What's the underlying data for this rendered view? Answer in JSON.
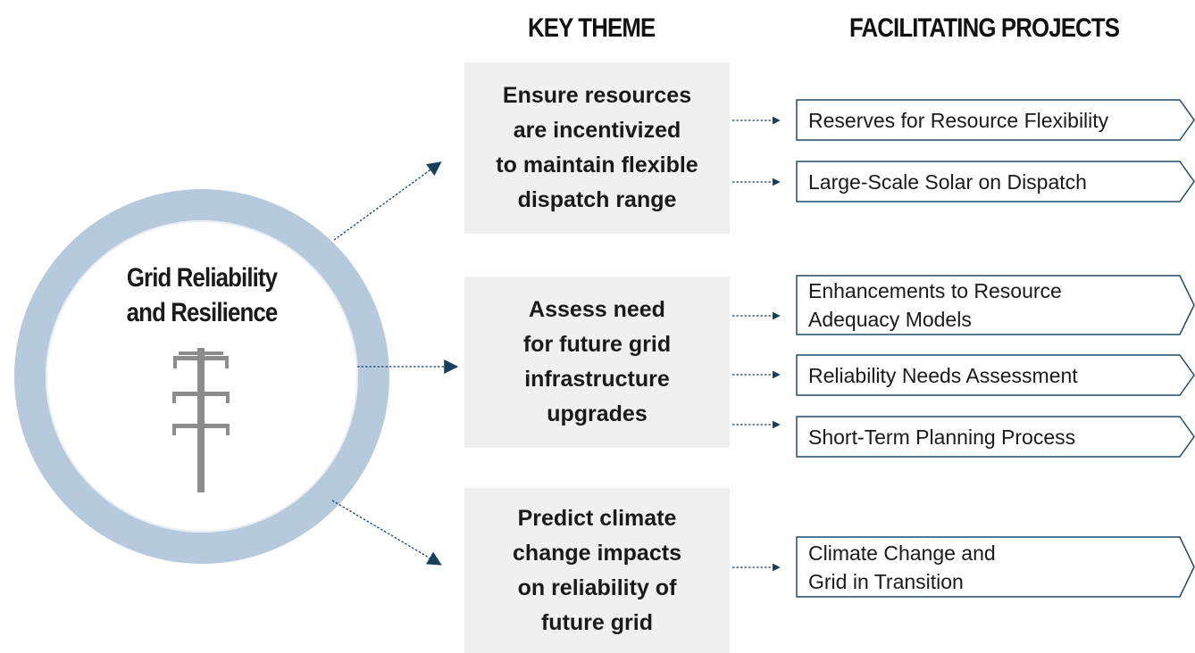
{
  "headers": {
    "key_theme": "KEY THEME",
    "facilitating_projects": "FACILITATING PROJECTS"
  },
  "hub": {
    "title_line1": "Grid Reliability",
    "title_line2": "and Resilience",
    "icon": "transmission-tower-icon"
  },
  "themes": [
    {
      "lines": [
        "Ensure resources",
        "are incentivized",
        "to maintain flexible",
        "dispatch range"
      ],
      "projects": [
        {
          "lines": [
            "Reserves for Resource Flexibility"
          ]
        },
        {
          "lines": [
            "Large-Scale Solar on Dispatch"
          ]
        }
      ]
    },
    {
      "lines": [
        "Assess need",
        "for future grid",
        "infrastructure",
        "upgrades"
      ],
      "projects": [
        {
          "lines": [
            "Enhancements to Resource",
            "Adequacy Models"
          ]
        },
        {
          "lines": [
            "Reliability Needs Assessment"
          ]
        },
        {
          "lines": [
            "Short-Term Planning Process"
          ]
        }
      ]
    },
    {
      "lines": [
        "Predict climate",
        "change impacts",
        "on reliability of",
        "future grid"
      ],
      "projects": [
        {
          "lines": [
            "Climate Change and",
            "Grid in Transition"
          ]
        }
      ]
    }
  ],
  "colors": {
    "ring": "#b7c9dd",
    "theme_box": "#f0f0f0",
    "arrow": "#17405e",
    "project_border": "#1f4b68",
    "tower": "#8c8c8c"
  }
}
